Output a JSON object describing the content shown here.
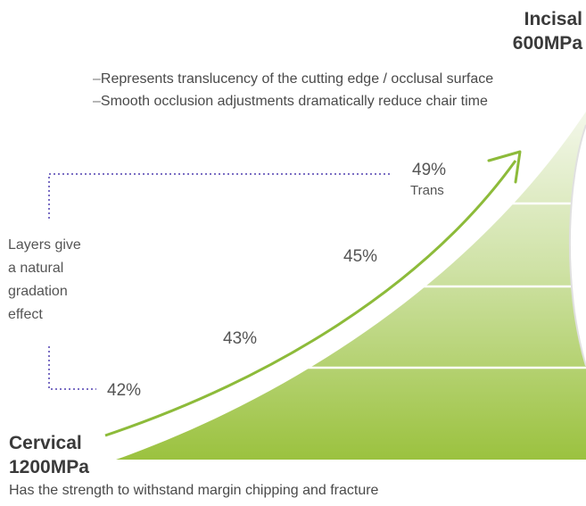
{
  "incisal": {
    "name": "Incisal",
    "strength": "600MPa",
    "bullets": [
      "Represents translucency of the cutting edge / occlusal surface",
      "Smooth occlusion adjustments dramatically reduce chair time"
    ]
  },
  "cervical": {
    "name": "Cervical",
    "strength": "1200MPa",
    "note": "Has the strength to withstand margin chipping and fracture"
  },
  "layers_note": [
    "Layers give",
    "a natural",
    "gradation",
    "effect"
  ],
  "layers": [
    {
      "value": "42%"
    },
    {
      "value": "43%"
    },
    {
      "value": "45%"
    },
    {
      "value": "49%",
      "sub": "Trans"
    }
  ],
  "colors": {
    "arrow": "#8dbb3a",
    "bracket": "#7b6fc4",
    "layer_dark": "#9bc23f",
    "layer_light": "#eef4df"
  }
}
